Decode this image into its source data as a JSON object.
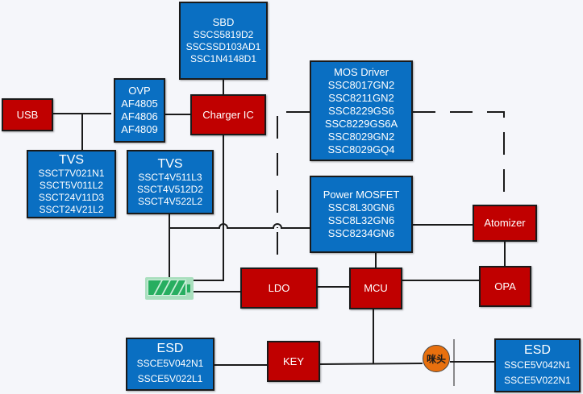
{
  "diagram": {
    "colors": {
      "component_blue": "#0a6fc2",
      "component_red": "#c00000",
      "battery_green": "#27ae60",
      "connector_orange": "#e8700e",
      "wire": "#1a1a1a",
      "background": "#f5f6fa"
    },
    "blocks": {
      "sbd": {
        "title": "SBD",
        "parts": [
          "SSCS5819D2",
          "SSCSSD103AD1",
          "SSC1N4148D1"
        ]
      },
      "usb": {
        "title": "USB"
      },
      "ovp": {
        "title": "OVP",
        "parts": [
          "AF4805",
          "AF4806",
          "AF4809"
        ]
      },
      "charger": {
        "title": "Charger IC"
      },
      "tvs1": {
        "title": "TVS",
        "parts": [
          "SSCT7V021N1",
          "SSCT5V011L2",
          "SSCT24V11D3",
          "SSCT24V21L2"
        ]
      },
      "tvs2": {
        "title": "TVS",
        "parts": [
          "SSCT4V511L3",
          "SSCT4V512D2",
          "SSCT4V522L2"
        ]
      },
      "mos_driver": {
        "title": "MOS Driver",
        "parts": [
          "SSC8017GN2",
          "SSC8211GN2",
          "SSC8229GS6",
          "SSC8229GS6A",
          "SSC8029GN2",
          "SSC8029GQ4"
        ]
      },
      "power_mosfet": {
        "title": "Power MOSFET",
        "parts": [
          "SSC8L30GN6",
          "SSC8L32GN6",
          "SSC8234GN6"
        ]
      },
      "atomizer": {
        "title": "Atomizer"
      },
      "ldo": {
        "title": "LDO"
      },
      "mcu": {
        "title": "MCU"
      },
      "opa": {
        "title": "OPA"
      },
      "key": {
        "title": "KEY"
      },
      "esd1": {
        "title": "ESD",
        "parts": [
          "SSCE5V042N1",
          "SSCE5V022L1"
        ]
      },
      "esd2": {
        "title": "ESD",
        "parts": [
          "SSCE5V042N1",
          "SSCE5V022N1"
        ]
      },
      "connector": {
        "label": "咪头"
      },
      "battery": {
        "icon": "battery-icon",
        "charge_level": "full"
      }
    }
  }
}
